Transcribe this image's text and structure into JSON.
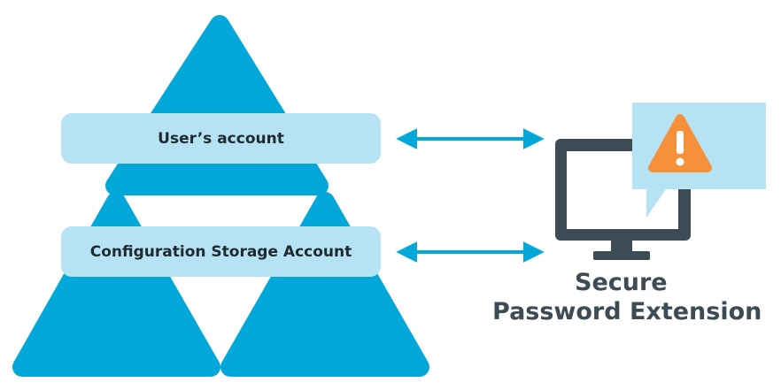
{
  "diagram": {
    "user_account_label": "User’s account",
    "config_storage_label": "Configuration Storage Account",
    "product_name_line1": "Secure",
    "product_name_line2": "Password Extension"
  },
  "icons": {
    "top_triangle": "triangle-shape",
    "bottom_left_triangle": "triangle-shape",
    "bottom_right_triangle": "triangle-shape",
    "arrow_user": "double-arrow-icon",
    "arrow_config": "double-arrow-icon",
    "monitor": "monitor-icon",
    "warning": "warning-icon",
    "speech_bubble": "speech-bubble-icon"
  },
  "colors": {
    "triangle_blue": "#04a8d8",
    "label_box_fill": "#b6e3f3",
    "monitor_dark": "#3d4b55",
    "warning_orange": "#f5913b",
    "bubble_fill": "#b6e3f3",
    "caption_text": "#3d4b55"
  }
}
